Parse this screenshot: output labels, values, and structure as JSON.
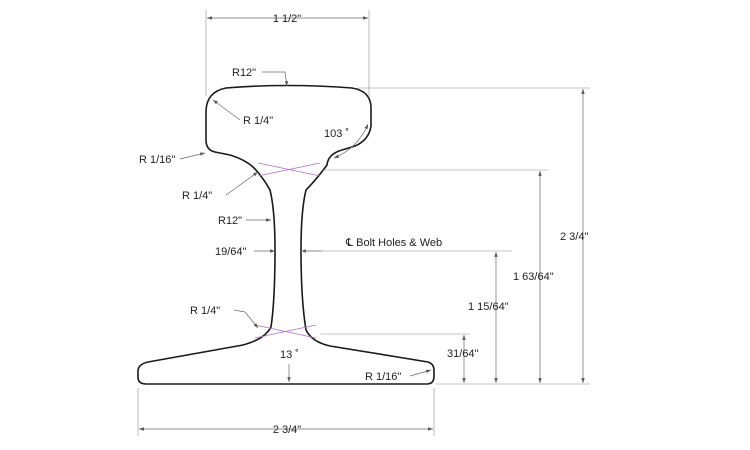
{
  "diagram": {
    "labels": {
      "head_width": "1 1/2\"",
      "crown_radius": "R12\"",
      "head_corner_radius": "R 1/4\"",
      "head_side_angle": "103 ˚",
      "head_lower_radius": "R 1/16\"",
      "fillet_top_radius": "R 1/4\"",
      "web_radius": "R12\"",
      "web_thickness": "19/64\"",
      "centerline_note": "℄ Bolt Holes & Web",
      "fillet_bottom_radius": "R 1/4\"",
      "base_angle": "13 ˚",
      "base_tip_radius": "R 1/16\"",
      "base_width": "2 3/4\"",
      "total_height": "2 3/4\"",
      "web_top_height": "1 63/64\"",
      "bolt_height": "1 15/64\"",
      "base_thickness": "31/64\""
    },
    "colors": {
      "outline": "#1a1a1a",
      "dimension": "#6a6a6a",
      "construction": "#b070c8",
      "text": "#222222"
    }
  }
}
